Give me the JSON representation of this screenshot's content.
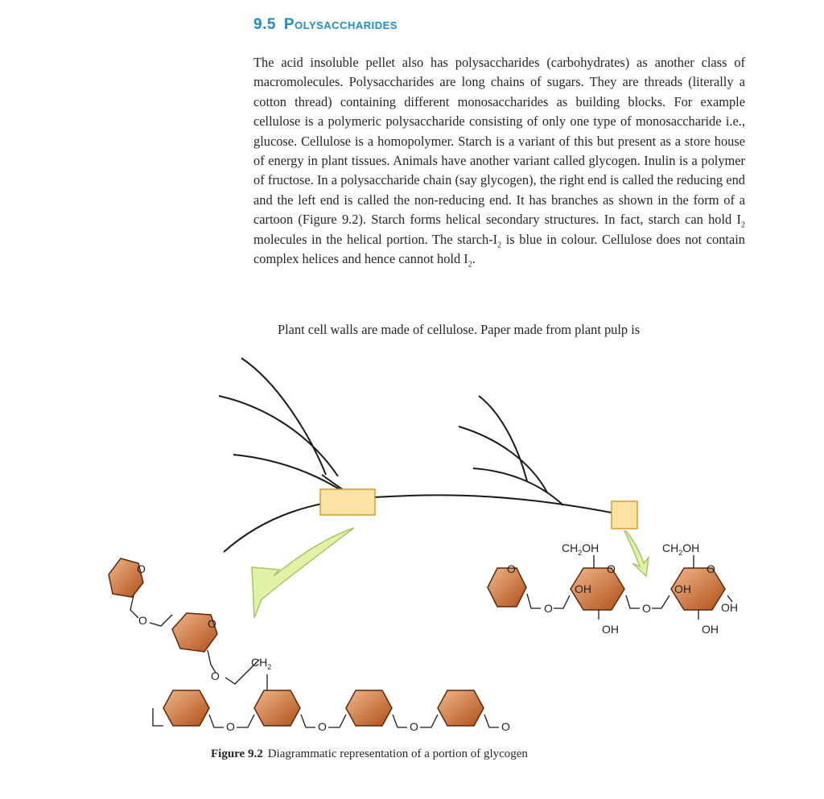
{
  "section": {
    "number": "9.5",
    "title": "Polysaccharides"
  },
  "paragraph1": {
    "part1": "The acid insoluble pellet also has polysaccharides (carbohydrates) as another class of macromolecules. Polysaccharides are long chains of sugars. They are threads (literally a cotton thread) containing different monosaccharides as building blocks. For example cellulose is a polymeric polysaccharide consisting of only one type of monosaccharide i.e., glucose. Cellulose is a homopolymer. Starch is a variant of this but present as a store house of energy in plant tissues. Animals have another variant called glycogen. Inulin is a polymer of fructose. In a polysaccharide chain (say glycogen), the right end is called the reducing end and the left end is called the non-reducing end. It has branches as shown in the form of a cartoon (Figure 9.2). Starch forms helical secondary structures. In fact, starch can hold I",
    "part2": " molecules in the helical portion. The starch-I",
    "part3": " is blue in colour. Cellulose does not contain complex helices and hence cannot hold I",
    "part4": ".",
    "subscript": "2"
  },
  "paragraph2": {
    "text": "Plant cell walls are made of cellulose. Paper made from plant pulp is"
  },
  "figure": {
    "caption_label": "Figure 9.2",
    "caption_text": "Diagrammatic representation of a portion of glycogen",
    "labels": {
      "o": "O",
      "ch2": "CH",
      "ch2oh": "CH",
      "oh_suffix": "OH",
      "sub2": "2",
      "oh": "OH"
    },
    "colors": {
      "ring_light": "#e8a878",
      "ring_dark": "#b5561f",
      "box_fill": "#fbe3a8",
      "box_stroke": "#d79a2a",
      "arrow_fill": "#dff2a6",
      "arrow_stroke": "#a9c46a"
    }
  }
}
